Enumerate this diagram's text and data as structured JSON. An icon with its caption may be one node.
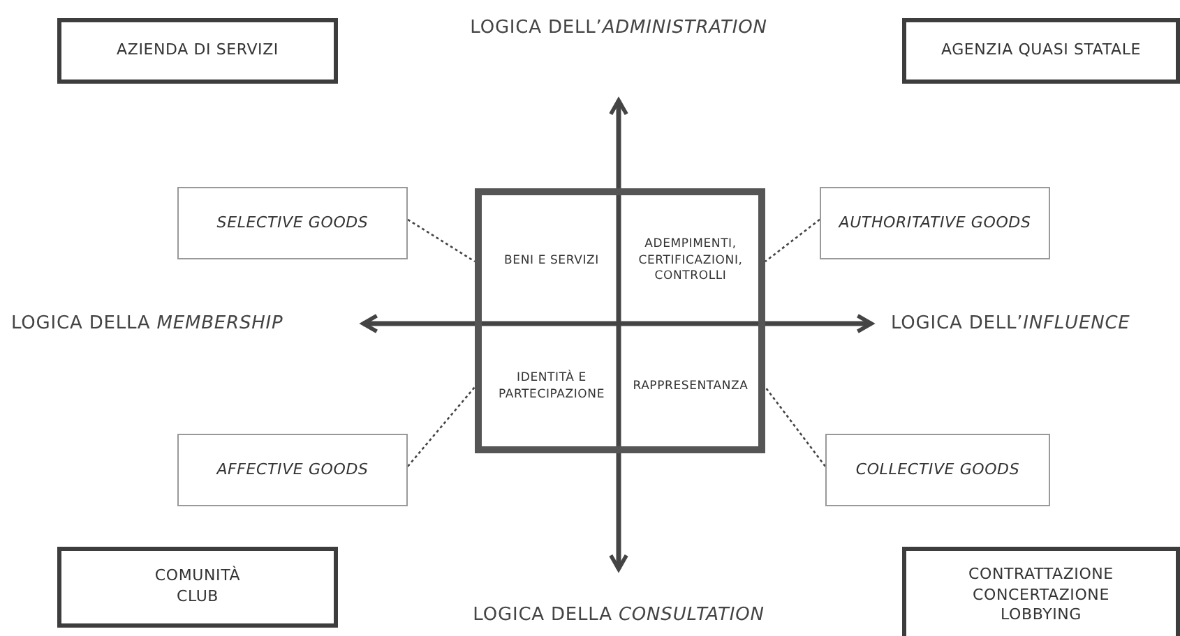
{
  "diagram": {
    "nodes": [
      {
        "text": [
          "AZIENDA DI SERVIZI"
        ]
      },
      {
        "text": [
          "AGENZIA QUASI STATALE"
        ]
      },
      {
        "text": [
          "SELECTIVE GOODS"
        ]
      },
      {
        "text": [
          "AUTHORITATIVE GOODS"
        ]
      },
      {
        "text": [],
        "shape": "box"
      },
      {
        "text": [
          "BENI E SERVIZI"
        ],
        "in": 4
      },
      {
        "text": [
          "ADEMPIMENTI, CERTIFICAZIONI, CONTROLLI"
        ],
        "in": 4
      },
      {
        "text": [
          "IDENTITÀ E PARTECIPAZIONE"
        ],
        "in": 4
      },
      {
        "text": [
          "RAPPRESENTANZA"
        ],
        "in": 4
      },
      {
        "text": [
          "AFFECTIVE GOODS"
        ]
      },
      {
        "text": [
          "COLLECTIVE GOODS"
        ]
      },
      {
        "text": [
          "COMUNITÀ CLUB"
        ]
      },
      {
        "text": [
          "CONTRATTAZIONE CONCERTAZIONE LOBBYING"
        ]
      }
    ],
    "edges": [
      {
        "from": 2,
        "to": 5,
        "arrow": "none",
        "style": "dashed"
      },
      {
        "from": 3,
        "to": 6,
        "arrow": "none",
        "style": "dashed"
      },
      {
        "from": 9,
        "to": 7,
        "arrow": "none",
        "style": "dashed"
      },
      {
        "from": 10,
        "to": 8,
        "arrow": "none",
        "style": "dashed"
      }
    ],
    "labels": [
      "LOGICA DELL’*ADMINISTRATION*",
      "LOGICA DELLA *MEMBERSHIP*",
      "LOGICA DELL’*INFLUENCE*",
      "LOGICA DELLA *CONSULTATION*"
    ]
  }
}
